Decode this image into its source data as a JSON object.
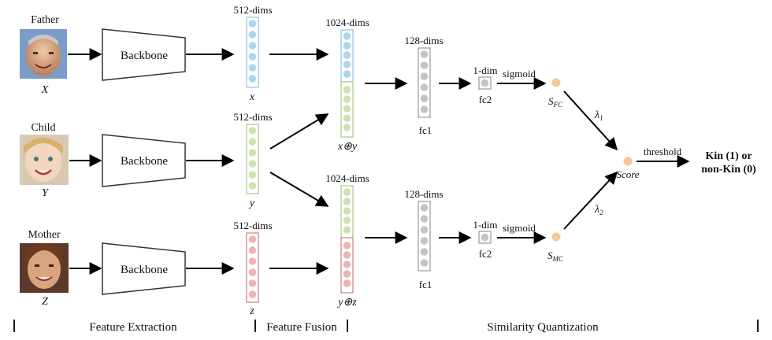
{
  "rows": [
    {
      "role": "Father",
      "var": "X",
      "dims": "512-dims",
      "vec": "x"
    },
    {
      "role": "Child",
      "var": "Y",
      "dims": "512-dims",
      "vec": "y"
    },
    {
      "role": "Mother",
      "var": "Z",
      "dims": "512-dims",
      "vec": "z"
    }
  ],
  "backbone_label": "Backbone",
  "fusion": {
    "top": {
      "dims": "1024-dims",
      "label": "x⊕y"
    },
    "bottom": {
      "dims": "1024-dims",
      "label": "y⊕z"
    }
  },
  "heads": {
    "fc1_dims": "128-dims",
    "fc1_label": "fc1",
    "fc2_dims": "1-dim",
    "fc2_label": "fc2",
    "activation": "sigmoid",
    "score_top_base": "S",
    "score_top_sub": "FC",
    "score_bottom_base": "S",
    "score_bottom_sub": "MC",
    "lambda_top_base": "λ",
    "lambda_top_sub": "1",
    "lambda_bottom_base": "λ",
    "lambda_bottom_sub": "2"
  },
  "score": {
    "label": "Score",
    "threshold": "threshold",
    "output_line1": "Kin (1) or",
    "output_line2": "non-Kin (0)"
  },
  "stages": [
    "Feature Extraction",
    "Feature Fusion",
    "Similarity Quantization"
  ],
  "colors": {
    "blue": "#a9d8ee",
    "green": "#cfe3b0",
    "red": "#ecb5b5",
    "gray": "#c4c4c4",
    "orange": "#f5c79a"
  }
}
